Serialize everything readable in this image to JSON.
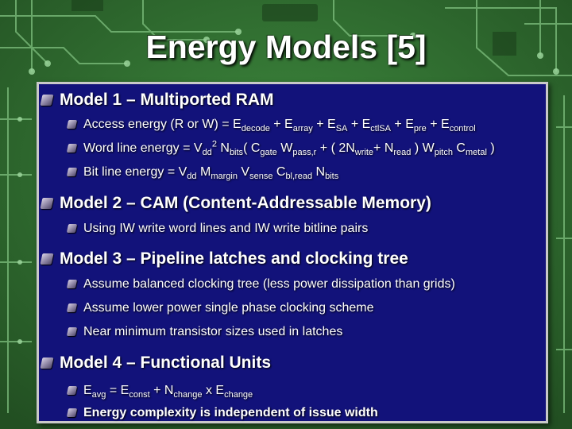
{
  "slide": {
    "title": "Energy Models [5]",
    "colors": {
      "panel": "#12127a",
      "text": "#ffffff",
      "board": "#2f6f2f"
    },
    "bullets": [
      {
        "text": "Model 1 – Multiported RAM"
      },
      {
        "parts": [
          {
            "t": "Access energy (R or W) = E"
          },
          {
            "t": "decode",
            "sub": true
          },
          {
            "t": " + E"
          },
          {
            "t": "array",
            "sub": true
          },
          {
            "t": " + E"
          },
          {
            "t": "SA",
            "sub": true
          },
          {
            "t": " + E"
          },
          {
            "t": "ctlSA",
            "sub": true
          },
          {
            "t": " + E"
          },
          {
            "t": "pre",
            "sub": true
          },
          {
            "t": " + E"
          },
          {
            "t": "control",
            "sub": true
          }
        ]
      },
      {
        "parts": [
          {
            "t": "Word line energy = V"
          },
          {
            "t": "dd",
            "sub": true
          },
          {
            "t": "2",
            "sup": true
          },
          {
            "t": " N"
          },
          {
            "t": "bits",
            "sub": true
          },
          {
            "t": "( C"
          },
          {
            "t": "gate",
            "sub": true
          },
          {
            "t": " W"
          },
          {
            "t": "pass,r",
            "sub": true
          },
          {
            "t": " + ( 2N"
          },
          {
            "t": "write",
            "sub": true
          },
          {
            "t": "+ N"
          },
          {
            "t": "read",
            "sub": true
          },
          {
            "t": " ) W"
          },
          {
            "t": "pitch",
            "sub": true
          },
          {
            "t": " C"
          },
          {
            "t": "metal",
            "sub": true
          },
          {
            "t": " )"
          }
        ]
      },
      {
        "parts": [
          {
            "t": "Bit line energy = V"
          },
          {
            "t": "dd",
            "sub": true
          },
          {
            "t": " M"
          },
          {
            "t": "margin",
            "sub": true
          },
          {
            "t": " V"
          },
          {
            "t": "sense",
            "sub": true
          },
          {
            "t": " C"
          },
          {
            "t": "bl,read",
            "sub": true
          },
          {
            "t": " N"
          },
          {
            "t": "bits",
            "sub": true
          }
        ]
      },
      {
        "text": "Model 2 – CAM (Content-Addressable Memory)"
      },
      {
        "text": "Using IW write word lines and IW write bitline pairs"
      },
      {
        "text": "Model 3 – Pipeline latches and clocking tree"
      },
      {
        "text": "Assume balanced clocking tree (less power dissipation than grids)"
      },
      {
        "text": "Assume lower power single phase clocking scheme"
      },
      {
        "text": "Near minimum transistor sizes used in latches"
      },
      {
        "text": "Model 4 – Functional Units"
      },
      {
        "parts": [
          {
            "t": "E"
          },
          {
            "t": "avg",
            "sub": true
          },
          {
            "t": " = E"
          },
          {
            "t": "const",
            "sub": true
          },
          {
            "t": " + N"
          },
          {
            "t": "change",
            "sub": true
          },
          {
            "t": " x E"
          },
          {
            "t": "change",
            "sub": true
          }
        ]
      },
      {
        "text": "Energy complexity is independent of issue width"
      }
    ]
  }
}
